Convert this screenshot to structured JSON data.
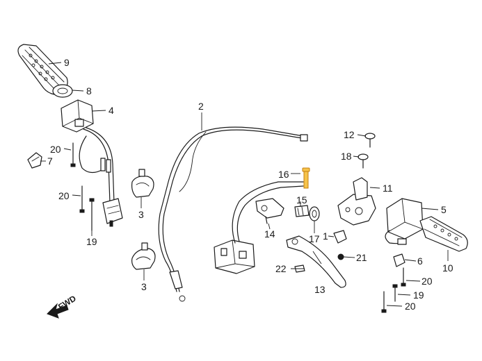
{
  "callouts": {
    "c1": "1",
    "c2": "2",
    "c3a": "3",
    "c3b": "3",
    "c4": "4",
    "c5": "5",
    "c6": "6",
    "c7": "7",
    "c8": "8",
    "c9": "9",
    "c10": "10",
    "c11": "11",
    "c12": "12",
    "c13": "13",
    "c14": "14",
    "c15": "15",
    "c16": "16",
    "c17": "17",
    "c18": "18",
    "c19a": "19",
    "c19b": "19",
    "c20a": "20",
    "c20b": "20",
    "c20c": "20",
    "c20d": "20",
    "c21": "21",
    "c22": "22"
  },
  "direction": {
    "label": "FWD"
  },
  "highlight": {
    "part": "16",
    "color": "#f6c34a"
  }
}
